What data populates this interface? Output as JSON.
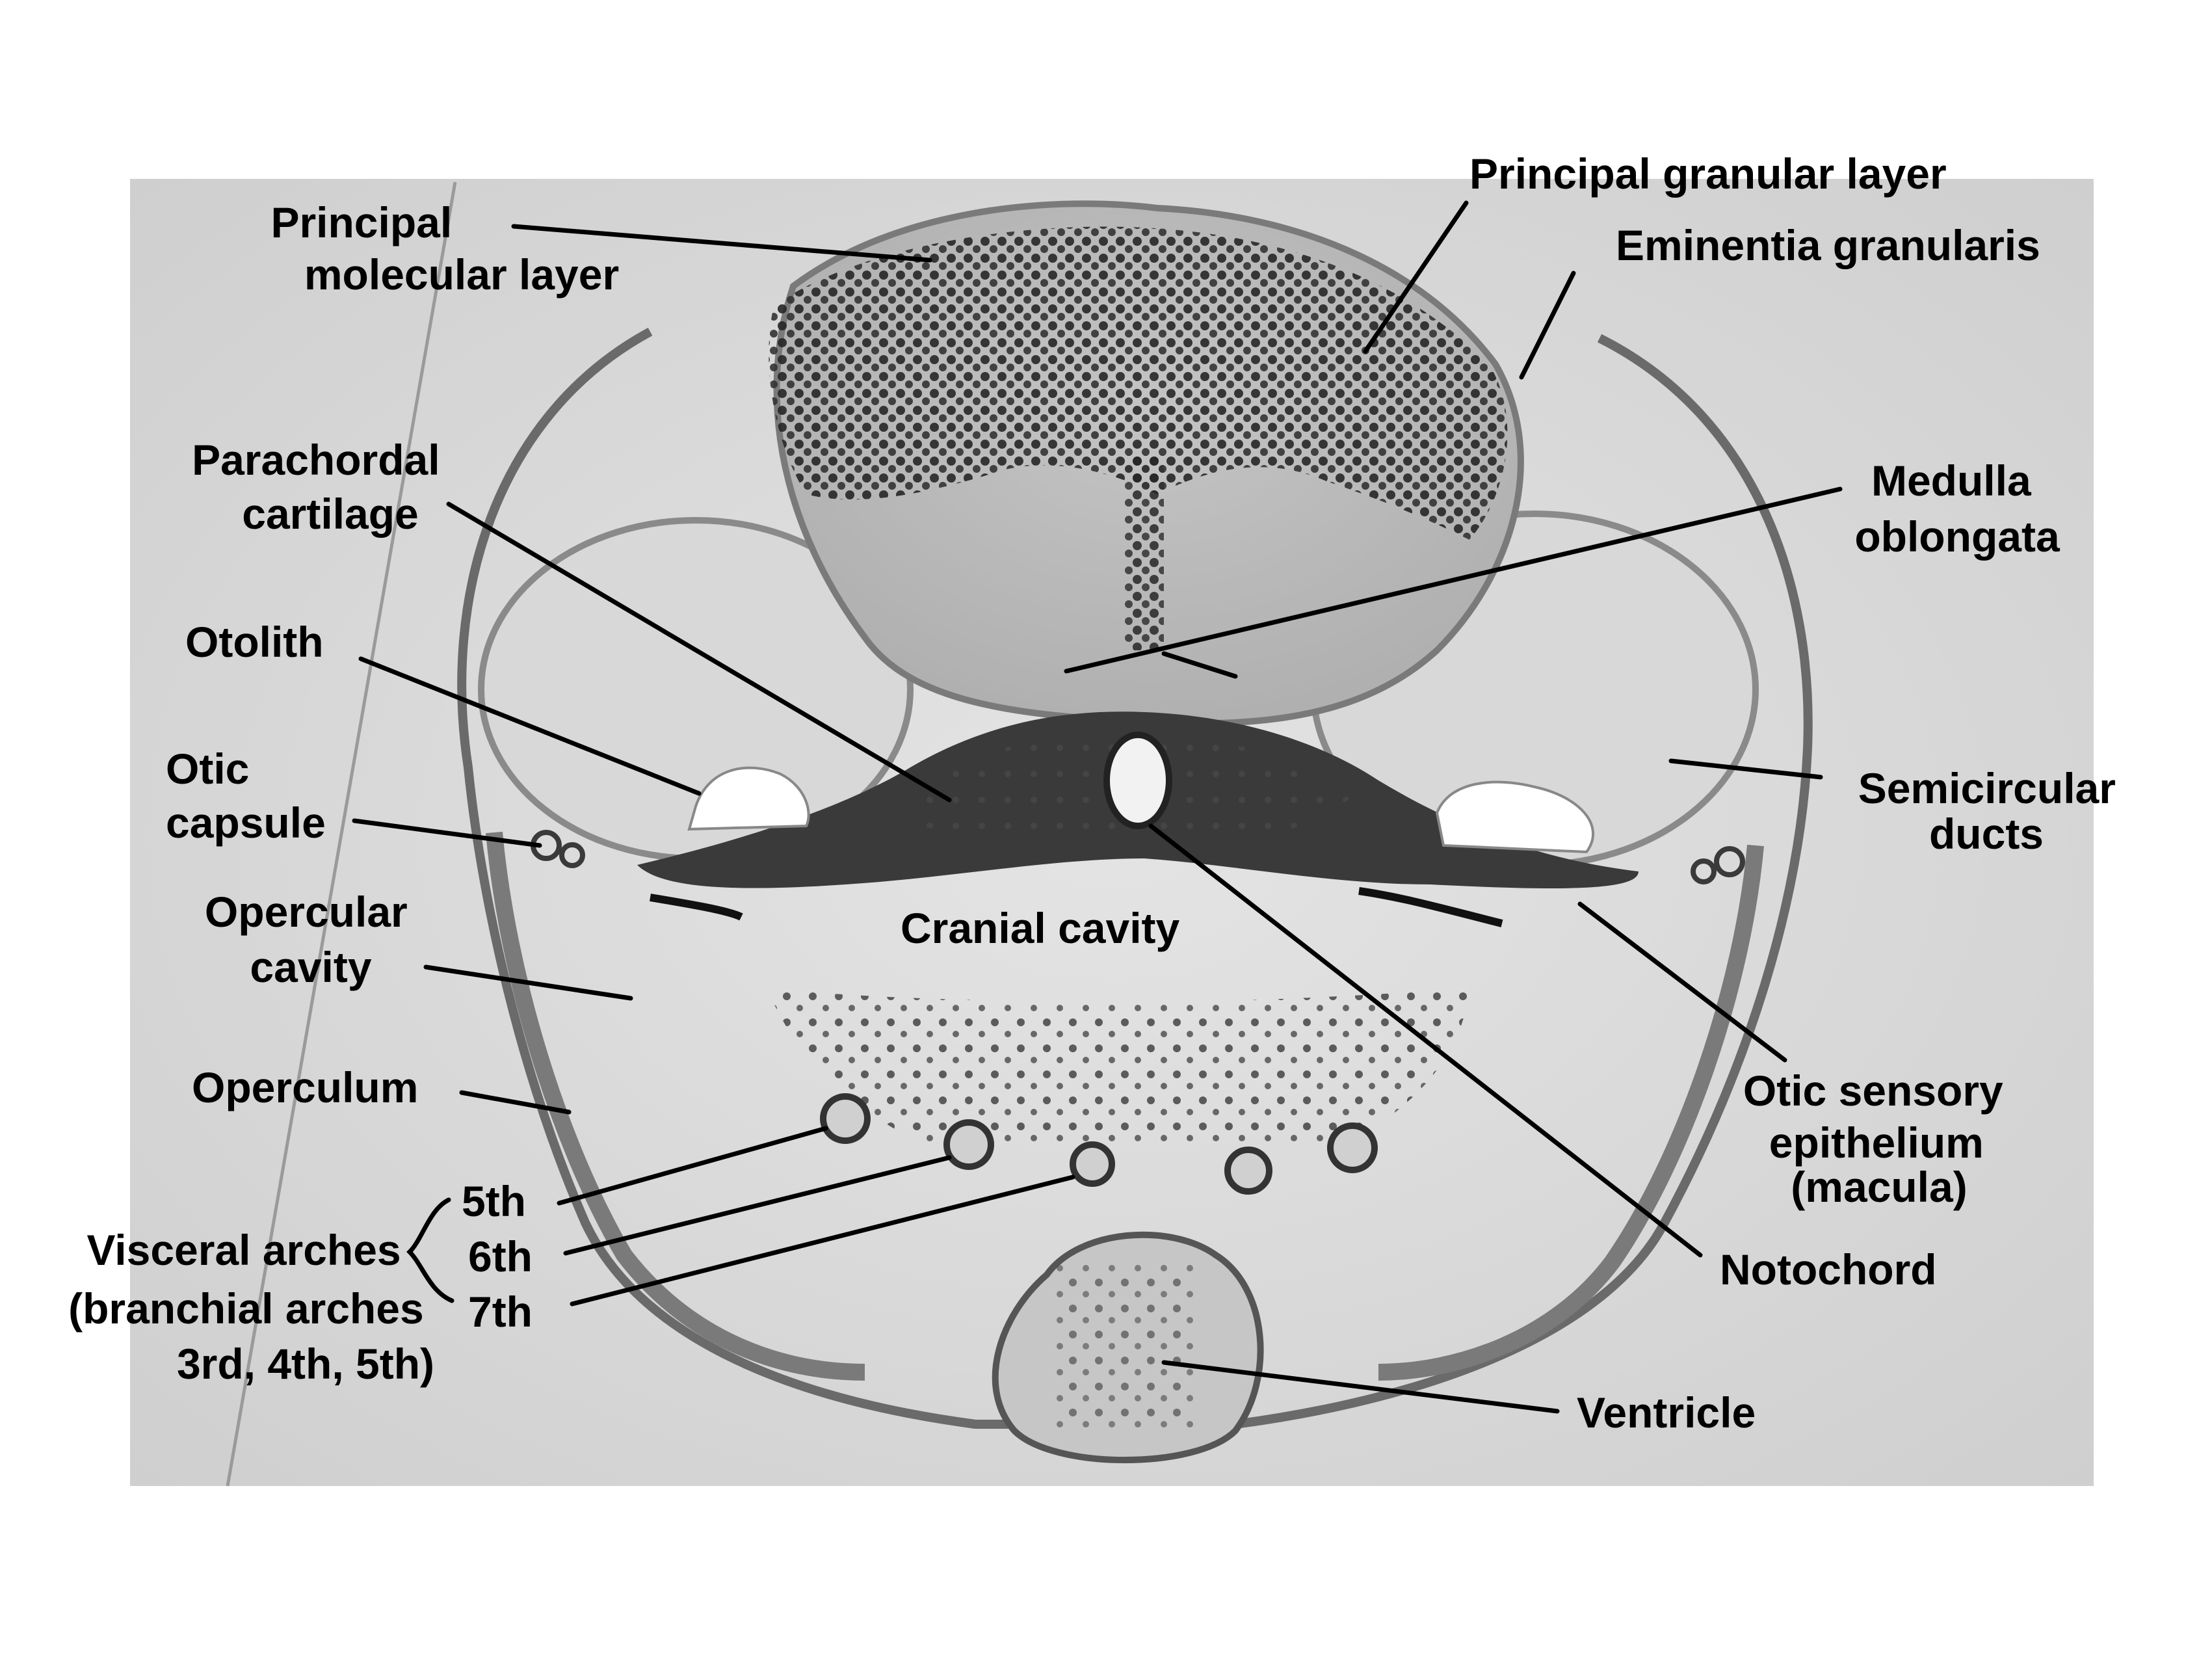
{
  "labels": {
    "principal_molecular_layer": [
      "Principal",
      "molecular layer"
    ],
    "principal_granular_layer": "Principal granular layer",
    "eminentia_granularis": "Eminentia granularis",
    "parachordal_cartilage": [
      "Parachordal",
      "cartilage"
    ],
    "medulla_oblongata": [
      "Medulla",
      "oblongata"
    ],
    "otolith": "Otolith",
    "otic_capsule": [
      "Otic",
      "capsule"
    ],
    "semicircular_ducts": [
      "Semicircular",
      "ducts"
    ],
    "opercular_cavity": [
      "Opercular",
      "cavity"
    ],
    "cranial_cavity": "Cranial cavity",
    "operculum": "Operculum",
    "otic_sensory_epithelium": [
      "Otic sensory",
      "epithelium",
      "(macula)"
    ],
    "visceral_arches": [
      "Visceral arches",
      "(branchial arches",
      "3rd, 4th, 5th)"
    ],
    "arch_5th": "5th",
    "arch_6th": "6th",
    "arch_7th": "7th",
    "notochord": "Notochord",
    "ventricle": "Ventricle"
  },
  "colors": {
    "background": "#ffffff",
    "micrograph_field": "#dadada",
    "tissue_light": "#cfcfcf",
    "tissue_dark": "#2a2a2a",
    "text": "#000000"
  }
}
